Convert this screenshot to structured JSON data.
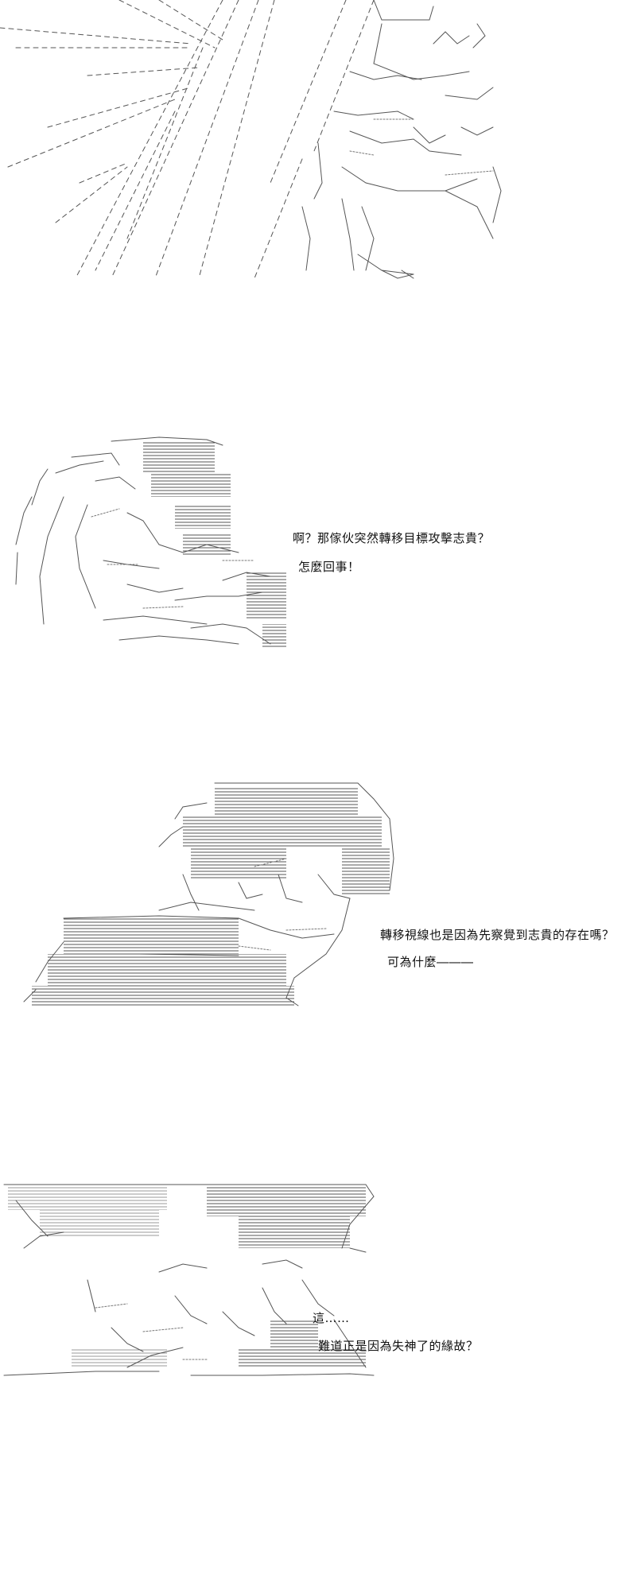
{
  "panels": [
    {
      "lines": []
    },
    {
      "lines": [
        "啊？那傢伙突然轉移目標攻擊志貴？",
        "怎麼回事！"
      ]
    },
    {
      "lines": [
        "轉移視線也是因為先察覺到志貴的存在嗎？",
        "可為什麼―――"
      ]
    },
    {
      "lines": [
        "這……",
        "難道正是因為失神了的緣故？"
      ]
    }
  ],
  "colors": {
    "background": "#ffffff",
    "ink": "#555555",
    "text": "#111111"
  }
}
